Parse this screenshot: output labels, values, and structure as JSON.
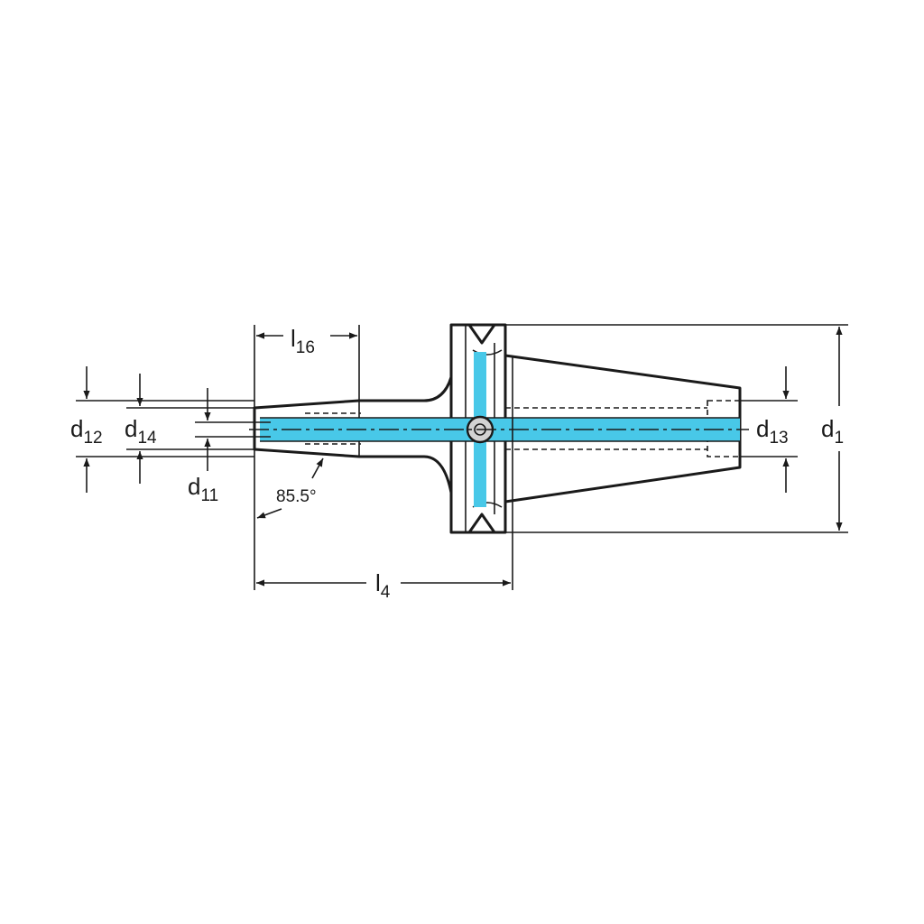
{
  "labels": {
    "l16": {
      "main": "l",
      "sub": "16"
    },
    "l4": {
      "main": "l",
      "sub": "4"
    },
    "d12": {
      "main": "d",
      "sub": "12"
    },
    "d14": {
      "main": "d",
      "sub": "14"
    },
    "d11": {
      "main": "d",
      "sub": "11"
    },
    "d13": {
      "main": "d",
      "sub": "13"
    },
    "d1": {
      "main": "d",
      "sub": "1"
    },
    "angle": "85.5°"
  },
  "colors": {
    "body_fill": "#d3d3d3",
    "coolant_channel": "#48c8e8",
    "line": "#1a1a1a",
    "background": "#ffffff"
  }
}
